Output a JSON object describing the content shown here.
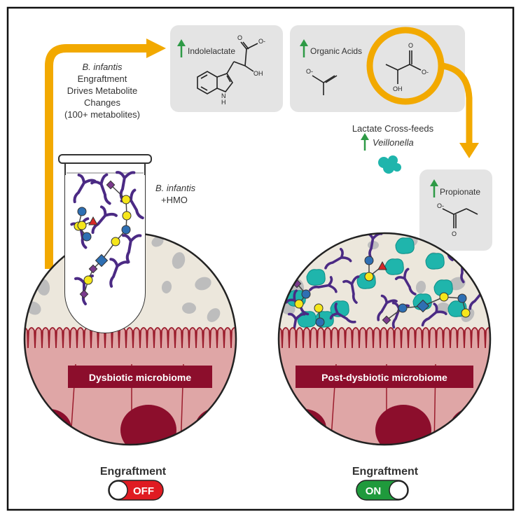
{
  "colors": {
    "orange": "#f2a900",
    "tissue": "#dfa6a6",
    "villi_line": "#9b1c2c",
    "nucleus": "#8c0e2c",
    "lumen": "#ece7dc",
    "particle": "#bdbdbd",
    "hmo_purple": "#4b2a84",
    "veillonella_teal": "#1fb5ac",
    "sugar_blue": "#2e6fb3",
    "sugar_yellow": "#f5e61b",
    "up_arrow": "#2e9a46",
    "toggle_off": "#e01b22",
    "toggle_on": "#1f9a3c"
  },
  "flow_text": {
    "species": "B. infantis",
    "line1": "Engraftment",
    "line2": "Drives Metabolite",
    "line3": "Changes",
    "line4": "(100+ metabolites)"
  },
  "tube_label": {
    "species": "B. infantis",
    "hmo": "+HMO"
  },
  "metabolites": {
    "indolelactate": "Indolelactate",
    "organic_acids": "Organic Acids",
    "propionate": "Propionate"
  },
  "chem_labels": {
    "o": "O",
    "o_minus": "O-",
    "oh": "OH",
    "h": "H",
    "n": "N"
  },
  "crossfeed": {
    "line1": "Lactate Cross-feeds",
    "organism": "Veillonella"
  },
  "panels": {
    "left_label": "Dysbiotic microbiome",
    "right_label": "Post-dysbiotic microbiome"
  },
  "toggles": {
    "left_title": "Engraftment",
    "left_state": "OFF",
    "right_title": "Engraftment",
    "right_state": "ON"
  }
}
